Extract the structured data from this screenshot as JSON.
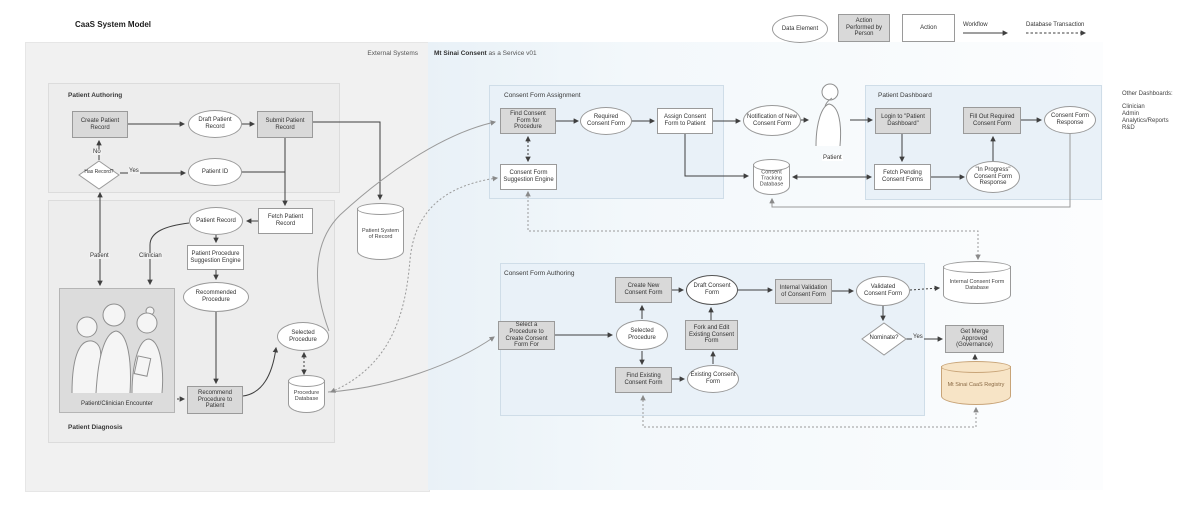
{
  "title": "CaaS System Model",
  "legend": {
    "data_element": "Data Element",
    "person_action": "Action Performed by Person",
    "action": "Action",
    "workflow": "Workflow",
    "db_transaction": "Database Transaction"
  },
  "regions": {
    "external": "External Systems",
    "mtsinai_bold": "Mt Sinai Consent",
    "mtsinai_rest": " as a Service v01"
  },
  "sections": {
    "patient_authoring": "Patient Authoring",
    "patient_diagnosis": "Patient Diagnosis",
    "consent_form_assignment": "Consent Form Assignment",
    "patient_dashboard": "Patient Dashboard",
    "consent_form_authoring": "Consent Form Authoring"
  },
  "other_dashboards": {
    "heading": "Other Dashboards:",
    "items": [
      "Clinician",
      "Admin",
      "Analytics/Reports",
      "R&D"
    ]
  },
  "labels": {
    "no": "No",
    "yes": "Yes",
    "yes_nominate": "Yes",
    "patient": "Patient",
    "clinician": "Clinician",
    "patient_figure": "Patient"
  },
  "nodes": {
    "create_patient_record": "Create Patient Record",
    "draft_patient_record": "Draft Patient Record",
    "submit_patient_record": "Submit Patient Record",
    "has_record": "Has Record?",
    "patient_id": "Patient ID",
    "fetch_patient_record": "Fetch Patient Record",
    "patient_record": "Patient Record",
    "patient_procedure_suggestion_engine": "Patient Procedure Suggestion Engine",
    "recommended_procedure": "Recommended Procedure",
    "patient_clinician_encounter": "Patient/Clinician Encounter",
    "recommend_procedure_to_patient": "Recommend Procedure to Patient",
    "selected_procedure": "Selected Procedure",
    "procedure_database": "Procedure Database",
    "patient_system_of_record": "Patient System of Record",
    "find_consent_form_for_procedure": "Find Consent Form for Procedure",
    "required_consent_form": "Required Consent Form",
    "assign_consent_form_to_patient": "Assign Consent Form to Patient",
    "consent_form_suggestion_engine": "Consent Form Suggestion Engine",
    "notification_of_new_consent_form": "Notification of New Consent Form",
    "login_to_patient_dashboard": "Login to \"Patient Dashboard\"",
    "fill_out_required_consent_form": "Fill Out Required Consent Form",
    "consent_form_response": "Consent Form Response",
    "fetch_pending_consent_forms": "Fetch Pending Consent Forms",
    "in_progress_consent_form_response": "\"In Progress\" Consent Form Response",
    "consent_tracking_database": "Consent Tracking Database",
    "select_procedure_for_consent_form": "Select a Procedure to Create Consent Form For",
    "selected_procedure_authoring": "Selected Procedure",
    "create_new_consent_form": "Create New Consent Form",
    "draft_consent_form": "Draft Consent Form",
    "fork_and_edit_existing_consent_form": "Fork and Edit Existing Consent Form",
    "find_existing_consent_form": "Find Existing Consent Form",
    "existing_consent_form": "Existing Consent Form",
    "internal_validation_of_consent_form": "Internal Validation of Consent Form",
    "validated_consent_form": "Validated Consent Form",
    "nominate": "Nominate?",
    "get_merge_approved": "Get Merge Approved (Governance)",
    "internal_consent_form_database": "Internal Consent Form Database",
    "mt_sinai_caas_registry": "Mt Sinai CaaS Registry"
  },
  "colors": {
    "person_action_fill": "#d9d9d9",
    "action_fill": "#ffffff",
    "node_border": "#9a9a9a",
    "section_blue": "#e9f1f8",
    "section_gray": "#ededed",
    "registry_fill": "#f7e4c6",
    "registry_border": "#c8a478"
  }
}
